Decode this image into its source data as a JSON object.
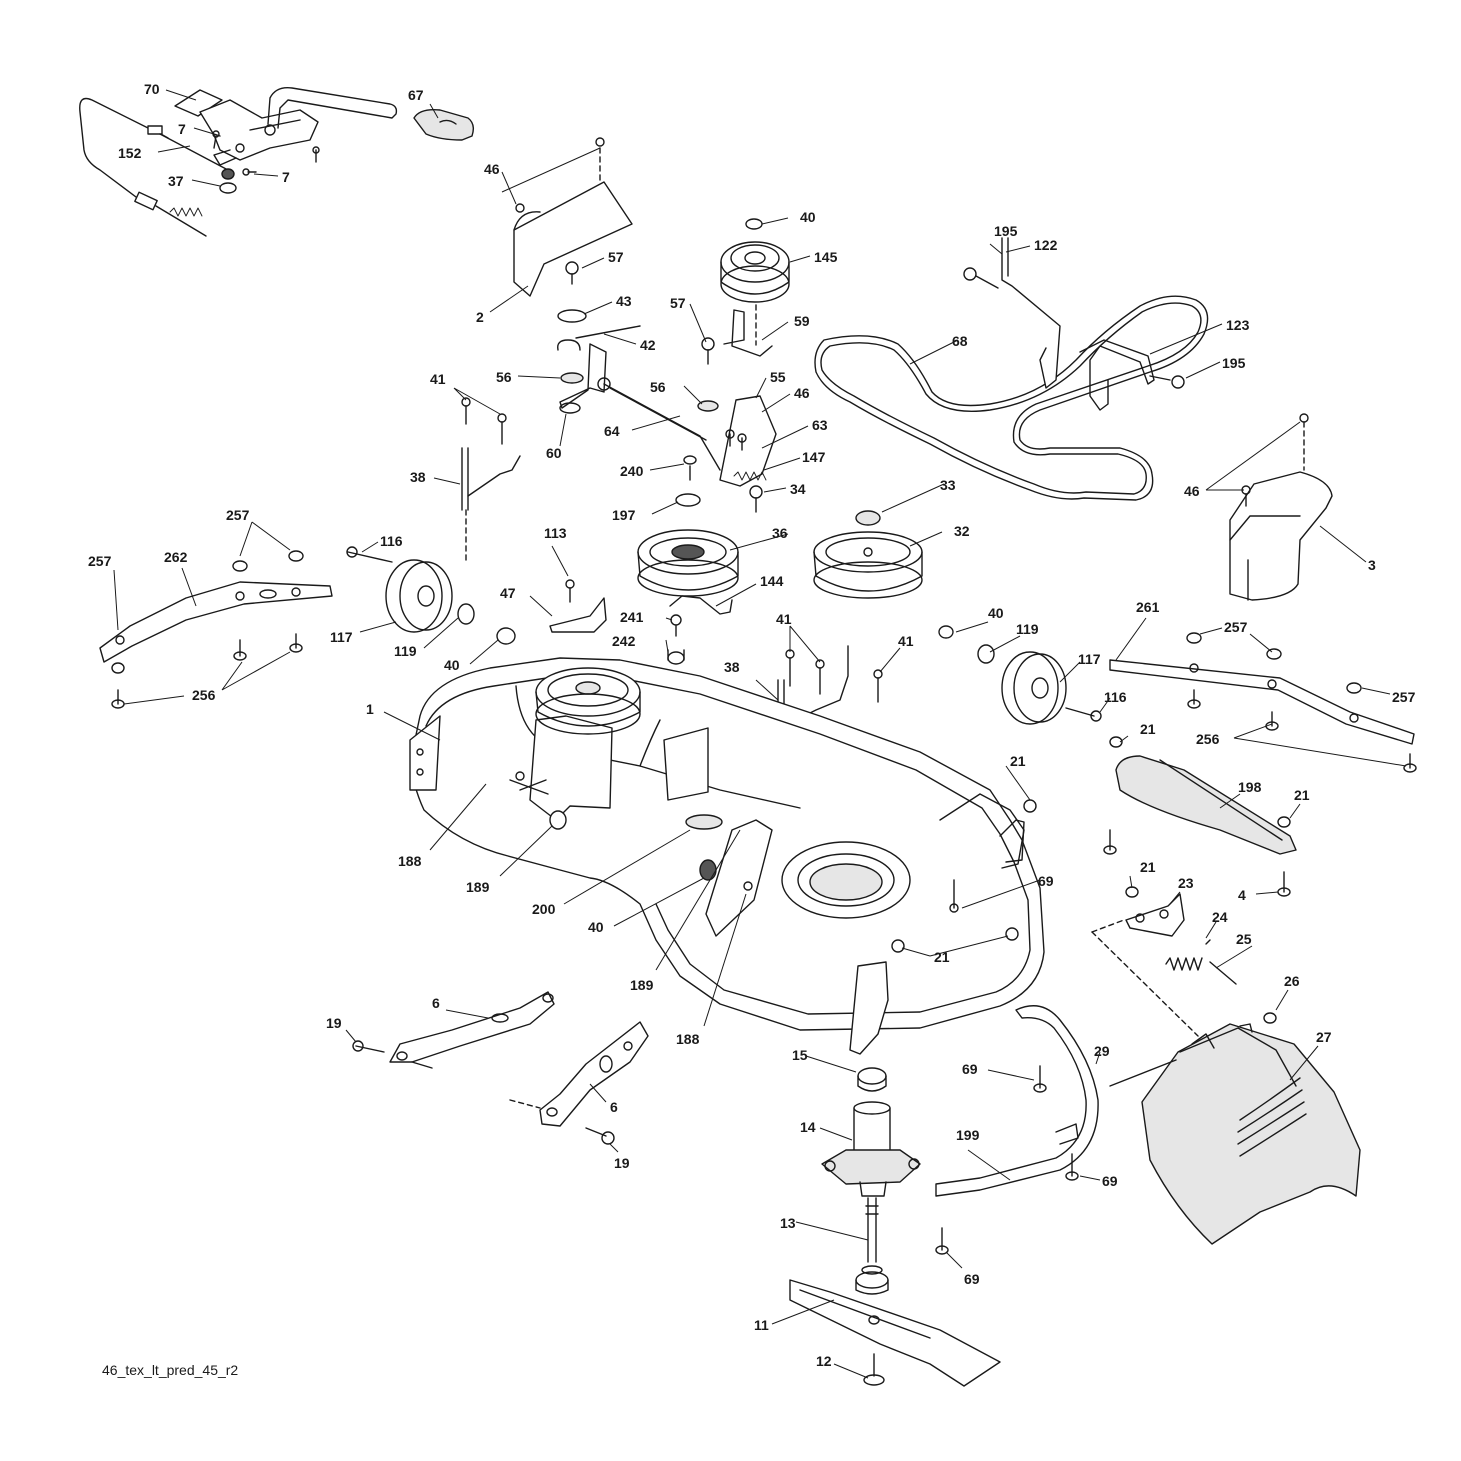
{
  "drawing_id": "46_tex_lt_pred_45_r2",
  "callouts": {
    "c70": "70",
    "c67": "67",
    "c7a": "7",
    "c7b": "7",
    "c152": "152",
    "c37": "37",
    "c46a": "46",
    "c2": "2",
    "c57a": "57",
    "c43": "43",
    "c42": "42",
    "c56a": "56",
    "c60": "60",
    "c40a": "40",
    "c145": "145",
    "c59": "59",
    "c57b": "57",
    "c56b": "56",
    "c55": "55",
    "c46b": "46",
    "c63": "63",
    "c64": "64",
    "c147": "147",
    "c240": "240",
    "c34": "34",
    "c197": "197",
    "c41a": "41",
    "c38a": "38",
    "c195a": "195",
    "c122": "122",
    "c68": "68",
    "c123": "123",
    "c195b": "195",
    "c46c": "46",
    "c3": "3",
    "c33": "33",
    "c32": "32",
    "c36": "36",
    "c113": "113",
    "c47": "47",
    "c144": "144",
    "c241": "241",
    "c242": "242",
    "c41b": "41",
    "c38b": "38",
    "c41c": "41",
    "c116a": "116",
    "c117a": "117",
    "c119a": "119",
    "c40b": "40",
    "c257a": "257",
    "c257b": "257",
    "c262": "262",
    "c256a": "256",
    "c40c": "40",
    "c119b": "119",
    "c117b": "117",
    "c116b": "116",
    "c261": "261",
    "c257c": "257",
    "c257d": "257",
    "c256b": "256",
    "c1": "1",
    "c188a": "188",
    "c189a": "189",
    "c200": "200",
    "c40d": "40",
    "c189b": "189",
    "c188b": "188",
    "c21a": "21",
    "c21b": "21",
    "c198": "198",
    "c21c": "21",
    "c4": "4",
    "c69a": "69",
    "c21d": "21",
    "c23": "23",
    "c24": "24",
    "c25": "25",
    "c21e": "21",
    "c26": "26",
    "c27": "27",
    "c29": "29",
    "c19a": "19",
    "c6a": "6",
    "c6b": "6",
    "c19b": "19",
    "c15": "15",
    "c14": "14",
    "c13": "13",
    "c11": "11",
    "c12": "12",
    "c69b": "69",
    "c199": "199",
    "c69c": "69",
    "c69d": "69"
  }
}
